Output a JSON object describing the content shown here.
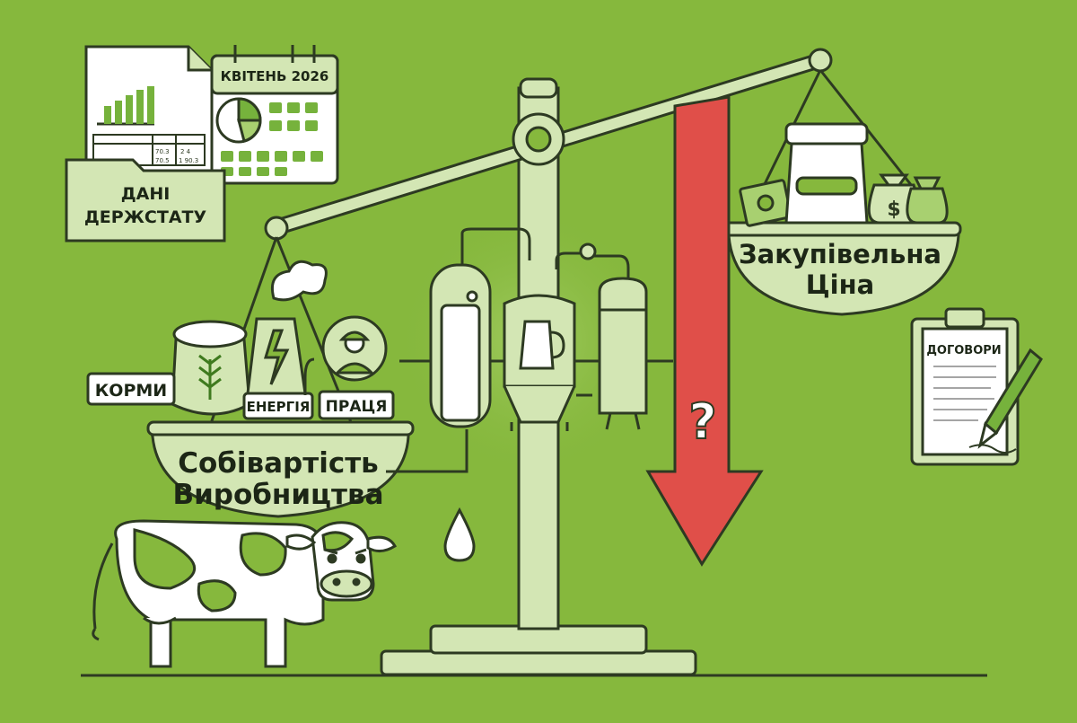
{
  "documents": {
    "stat_folder_line1": "ДАНІ",
    "stat_folder_line2": "ДЕРЖСТАТУ",
    "calendar_label": "КВІТЕНЬ 2026",
    "contract_label": "ДОГОВОРИ",
    "table_cells": [
      "70.3",
      "2 4",
      "70.5",
      "1 90.3"
    ]
  },
  "cost_side": {
    "title_line1": "Собівартість",
    "title_line2": "Виробництва",
    "inputs": {
      "feed": "КОРМИ",
      "energy": "ЕНЕРГІЯ",
      "labor": "ПРАЦЯ"
    }
  },
  "price_side": {
    "title_line1": "Закупівельна",
    "title_line2": "Ціна"
  },
  "arrow": {
    "symbol": "?",
    "color": "#e04f49"
  },
  "colors": {
    "background": "#86b83d",
    "light": "#d3e6b4",
    "outline": "#2d3a22",
    "accent": "#76b23c",
    "arrow": "#e04f49"
  }
}
